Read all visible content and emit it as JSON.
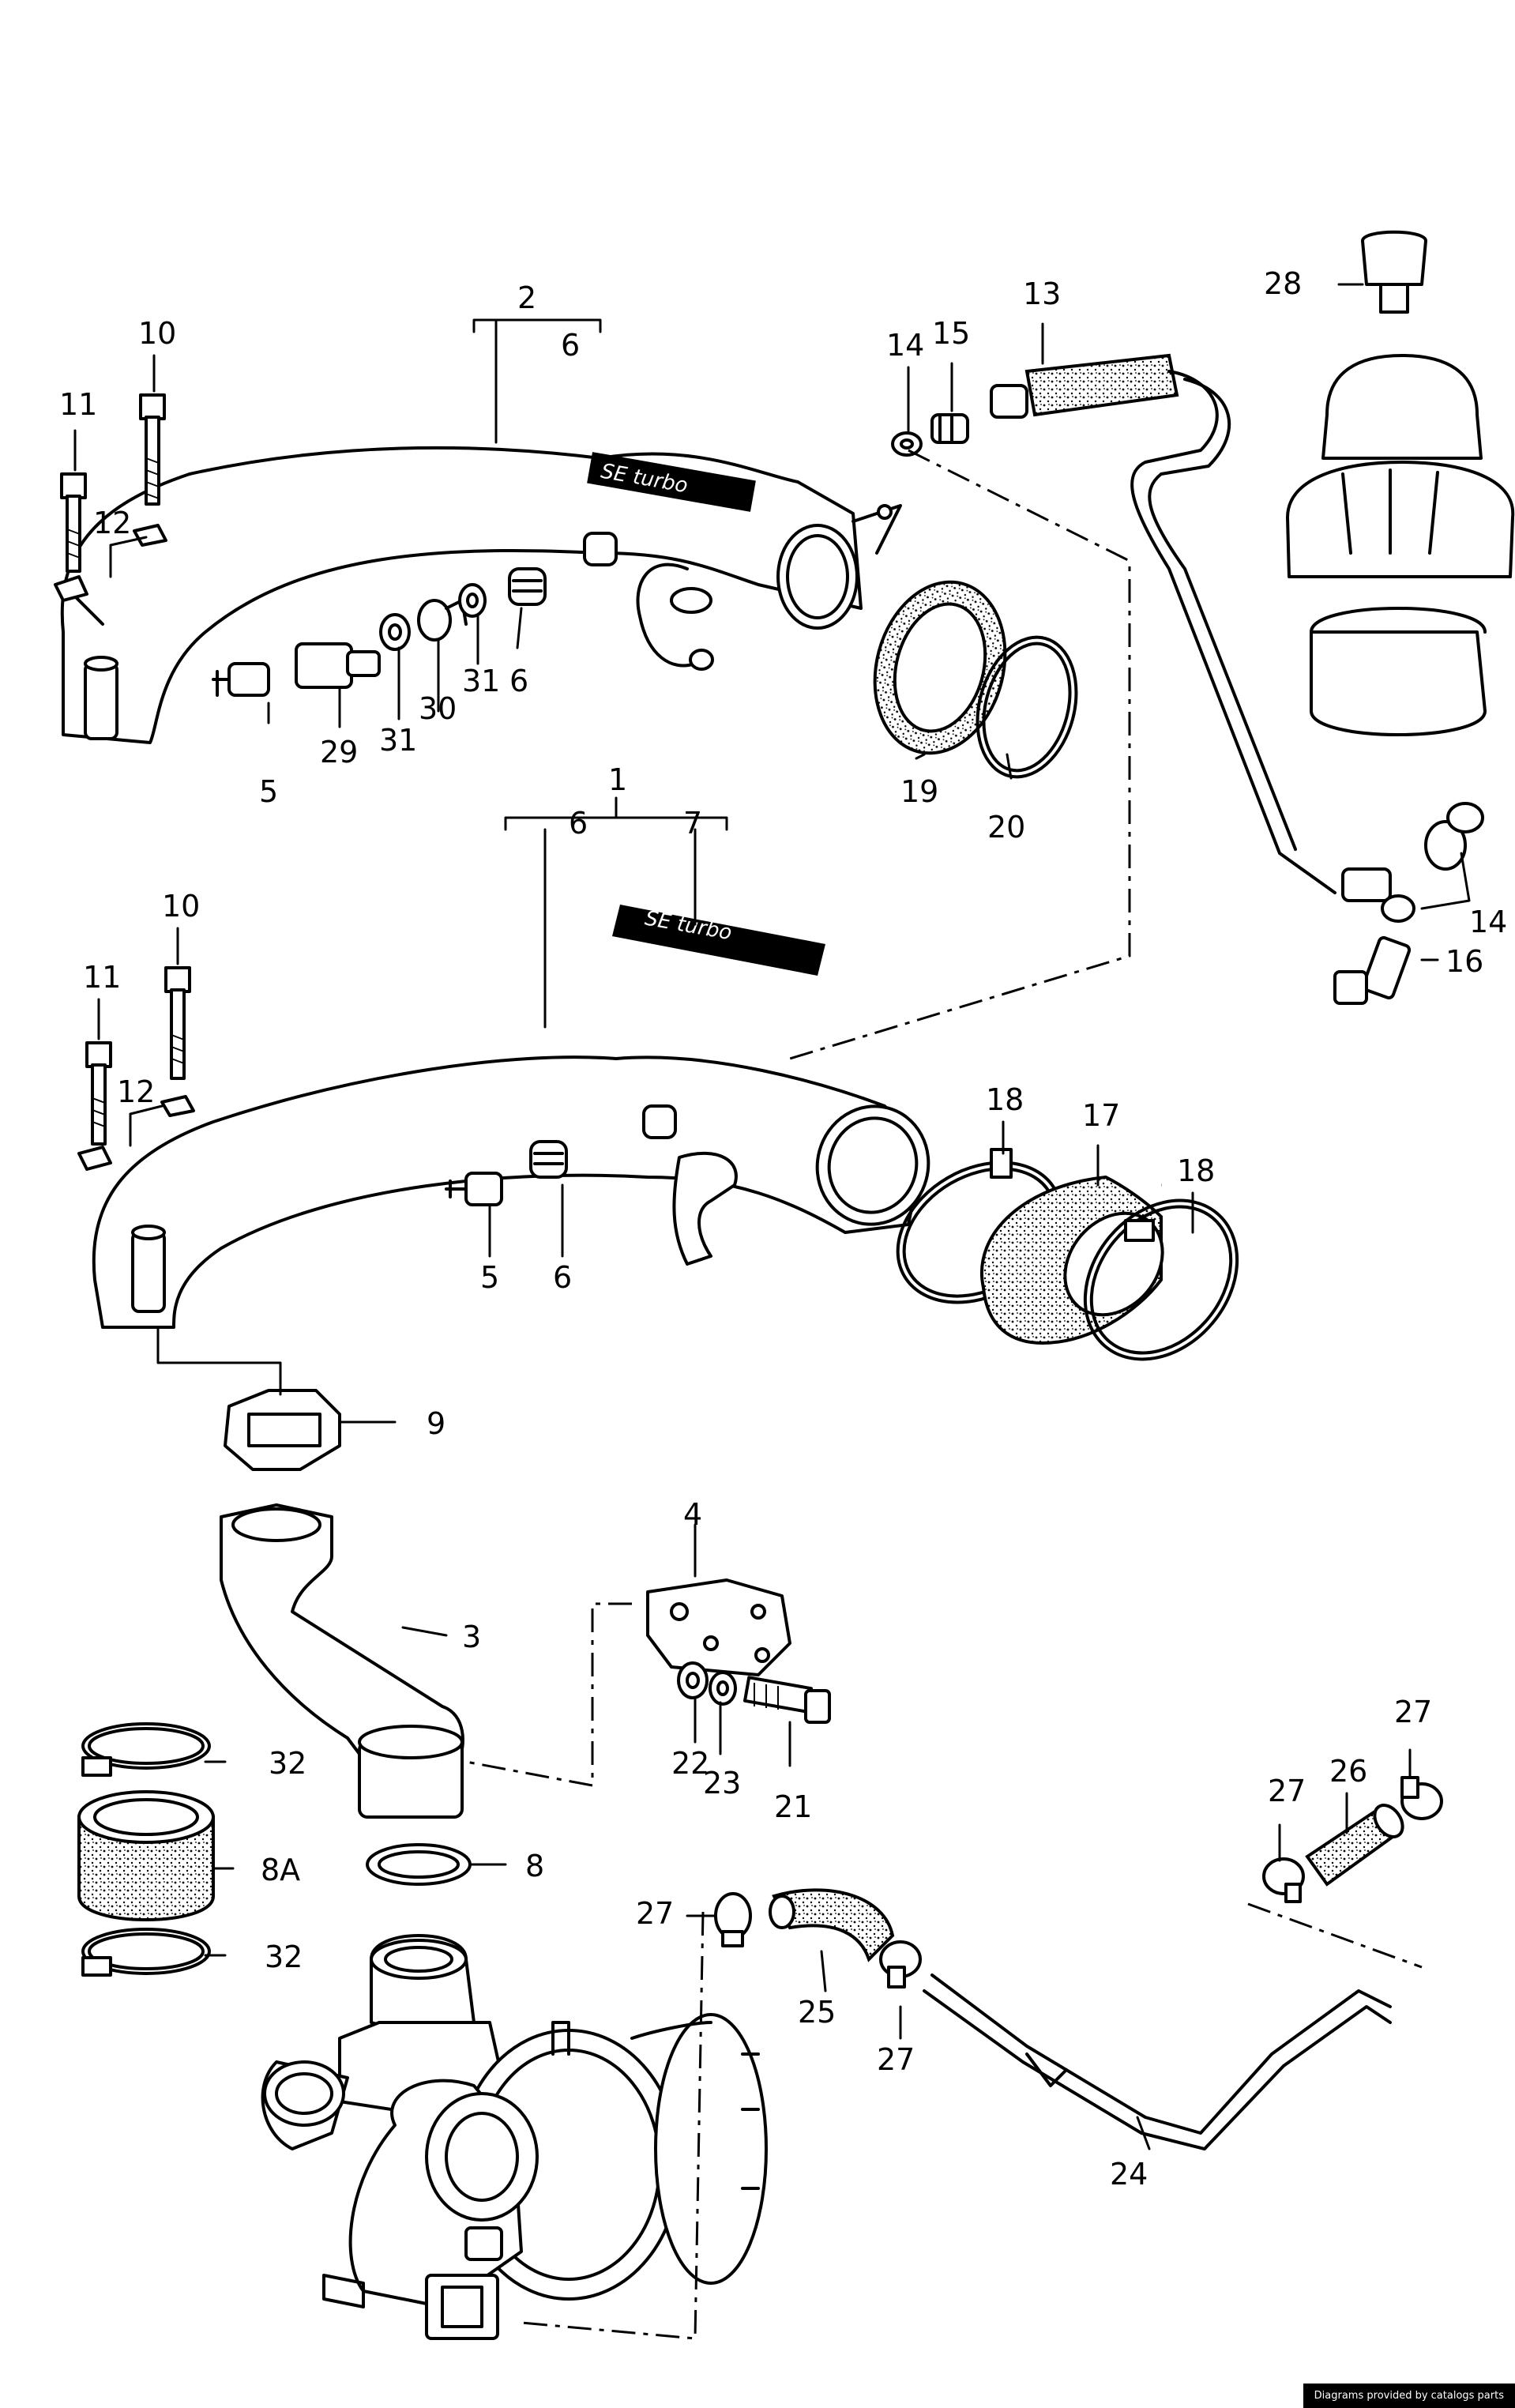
{
  "diagram": {
    "callouts": {
      "c2": "2",
      "c6a": "6",
      "c10a": "10",
      "c11a": "11",
      "c12a": "12",
      "c13": "13",
      "c14a": "14",
      "c15": "15",
      "c28": "28",
      "c5a": "5",
      "c29": "29",
      "c31a": "31",
      "c30": "30",
      "c31b": "31",
      "c6b": "6",
      "c19": "19",
      "c20": "20",
      "c1": "1",
      "c6c": "6",
      "c7": "7",
      "c14b": "14",
      "c16": "16",
      "c10b": "10",
      "c11b": "11",
      "c12b": "12",
      "c18a": "18",
      "c17": "17",
      "c18b": "18",
      "c5b": "5",
      "c6d": "6",
      "c9": "9",
      "c4": "4",
      "c3": "3",
      "c22": "22",
      "c23": "23",
      "c21": "21",
      "c32a": "32",
      "c8a": "8A",
      "c8": "8",
      "c32b": "32",
      "c27a": "27",
      "c26": "26",
      "c27b": "27",
      "c27c": "27",
      "c25": "25",
      "c27d": "27",
      "c24": "24"
    },
    "logo_text": "SE turbo"
  },
  "footer": {
    "credit": "Diagrams provided by catalogs parts"
  }
}
